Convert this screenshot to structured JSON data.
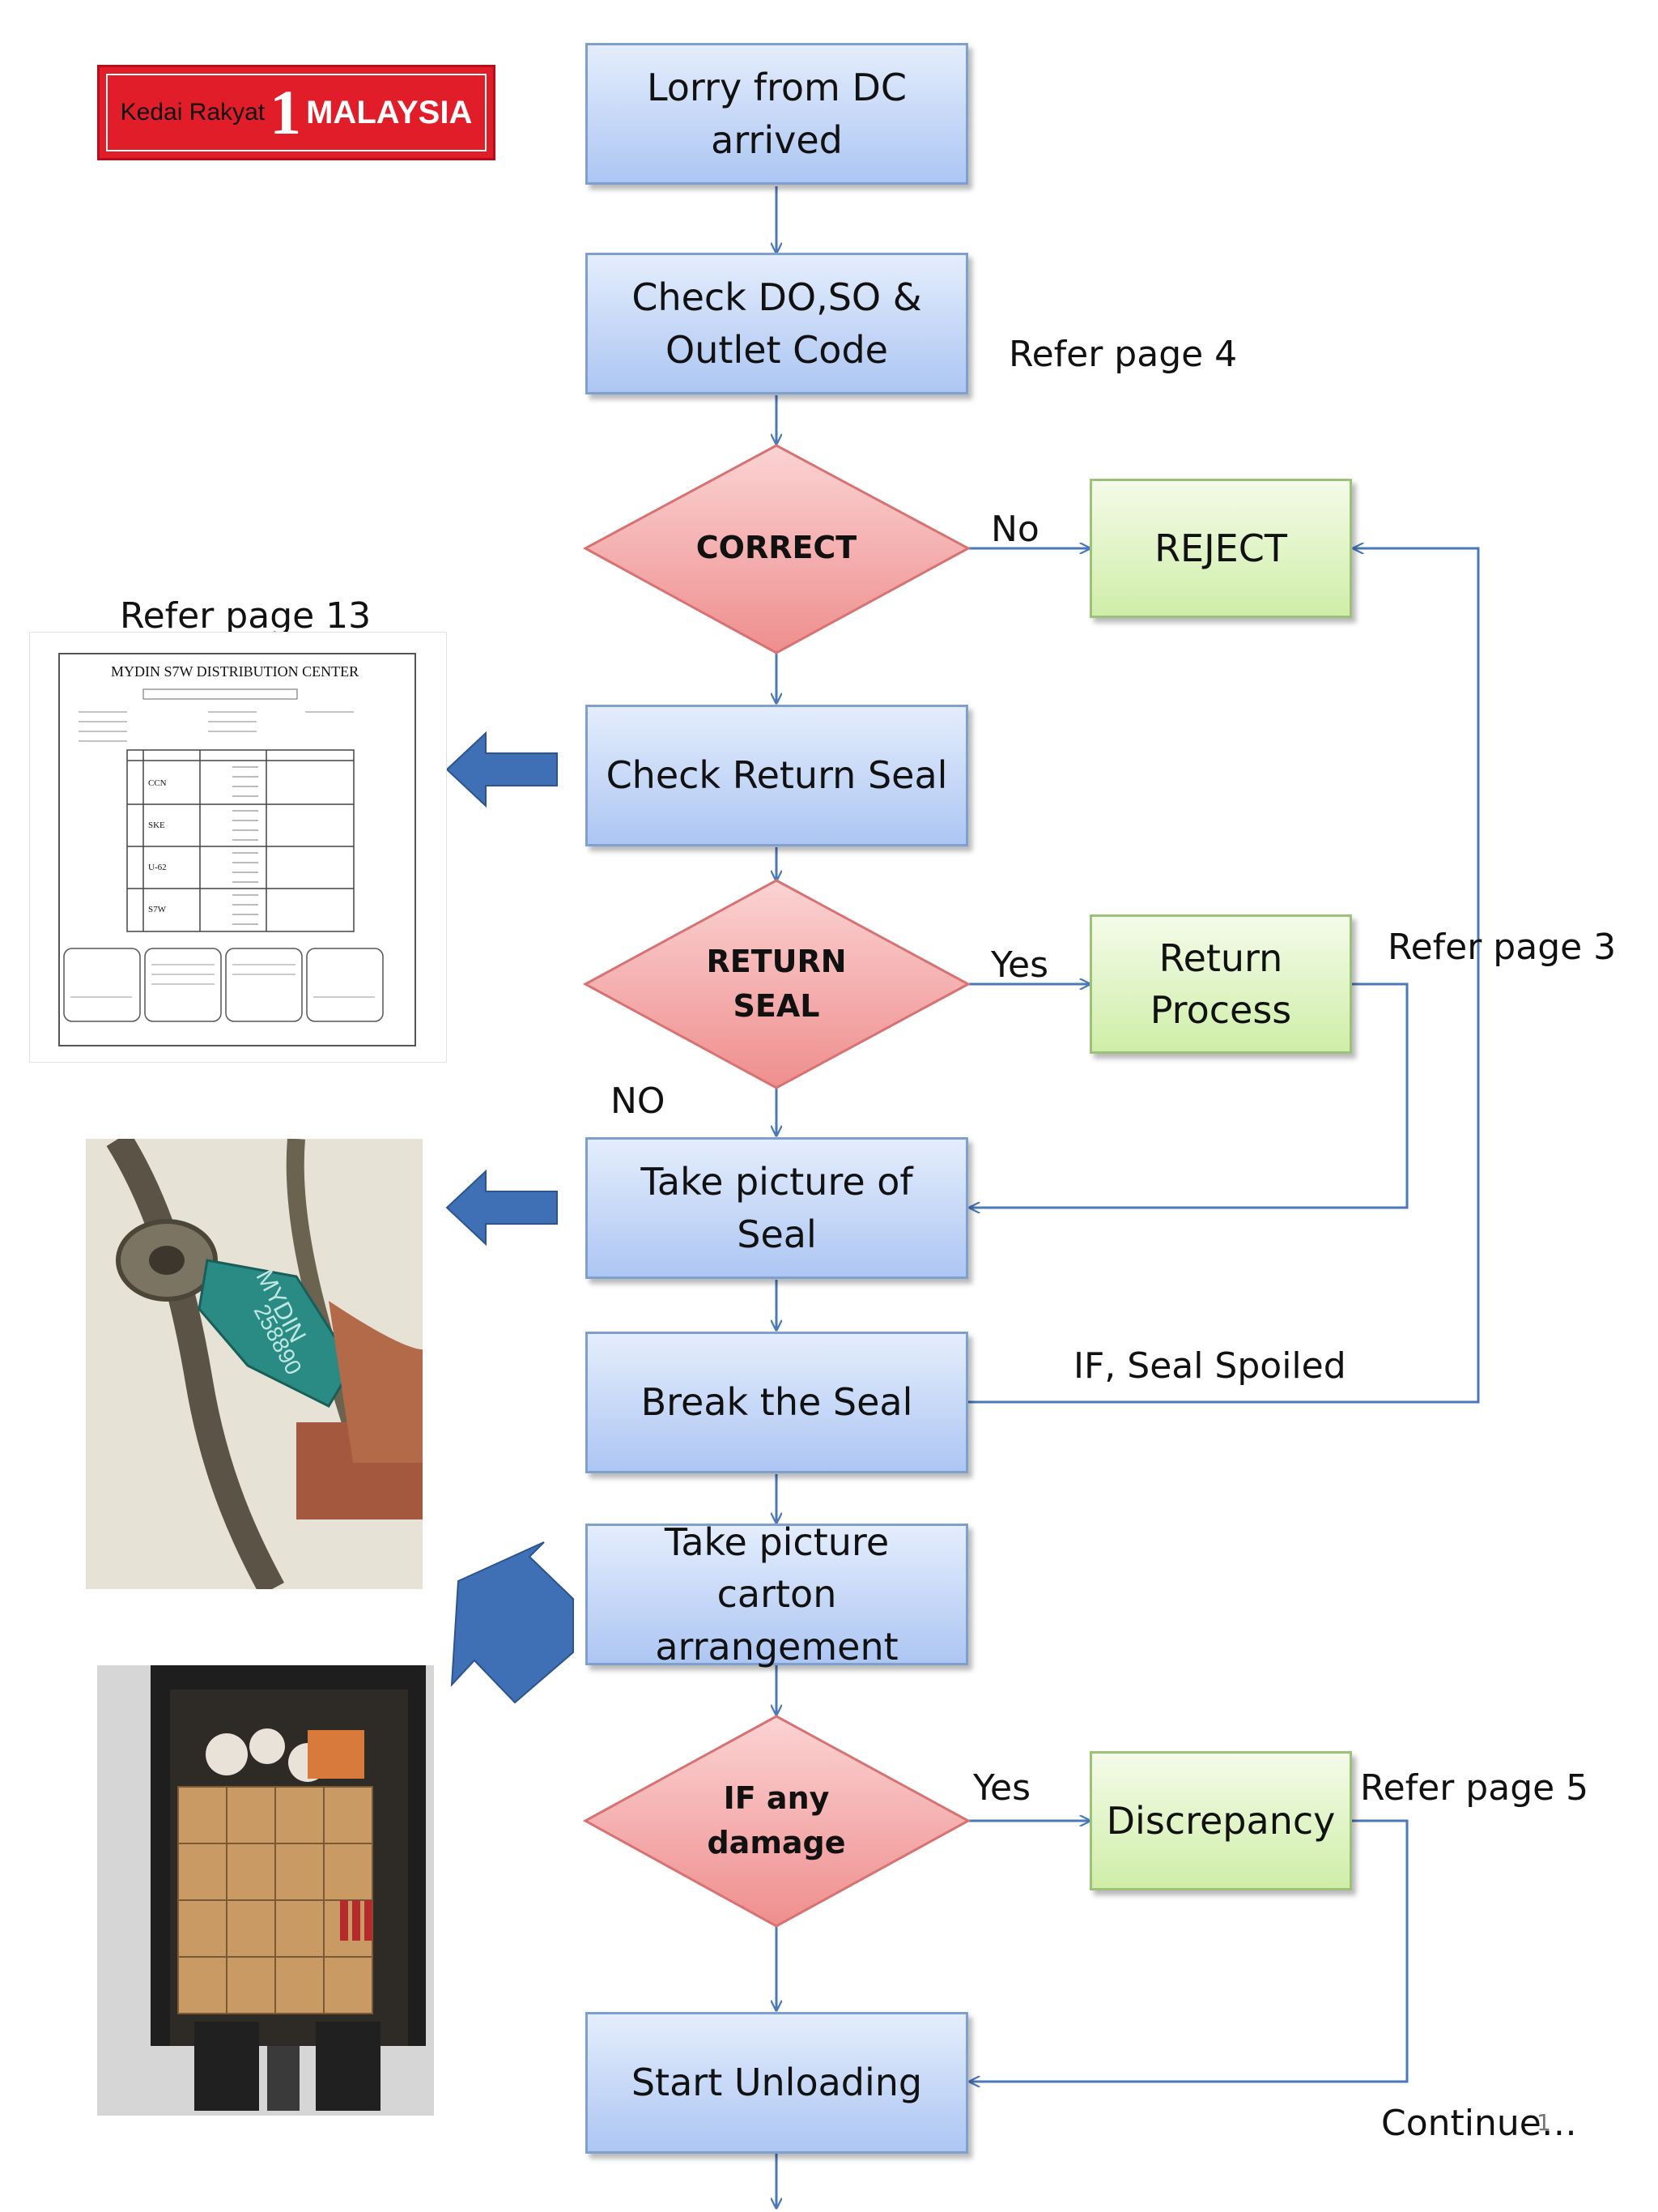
{
  "logo": {
    "text_left": "Kedai Rakyat",
    "numeral": "1",
    "text_right": "MALAYSIA"
  },
  "steps": {
    "lorry_arrived": "Lorry from DC arrived",
    "check_do": "Check DO,SO & Outlet Code",
    "check_return_seal": "Check Return Seal",
    "take_picture_seal": "Take picture of Seal",
    "break_seal": "Break the Seal",
    "take_picture_carton": "Take picture carton arrangement",
    "start_unloading": "Start Unloading"
  },
  "decisions": {
    "correct": "CORRECT",
    "return_seal": "RETURN SEAL",
    "any_damage": "IF any damage"
  },
  "outcomes": {
    "reject": "REJECT",
    "return_process": "Return Process",
    "discrepancy": "Discrepancy"
  },
  "edge_labels": {
    "no_correct": "No",
    "yes_return": "Yes",
    "no_return": "NO",
    "seal_spoiled": "IF, Seal  Spoiled",
    "yes_damage": "Yes"
  },
  "refs": {
    "page4": "Refer page 4",
    "page13": "Refer page 13",
    "page3": "Refer page 3",
    "page5": "Refer page  5"
  },
  "footer": {
    "continue": "Continue…",
    "page_number": "1"
  },
  "document": {
    "title": "MYDIN S7W DISTRIBUTION CENTER",
    "rows": [
      "CCN",
      "SKE",
      "U-62",
      "S7W"
    ]
  },
  "seal_photo_text": {
    "brand": "MYDIN",
    "number": "258890"
  },
  "colors": {
    "process_border": "#7ea0cf",
    "decision_fill": "#f3a2a2",
    "outcome_fill": "#d6f0b4",
    "connector": "#4a78b8",
    "side_arrow": "#3f6fb5"
  }
}
